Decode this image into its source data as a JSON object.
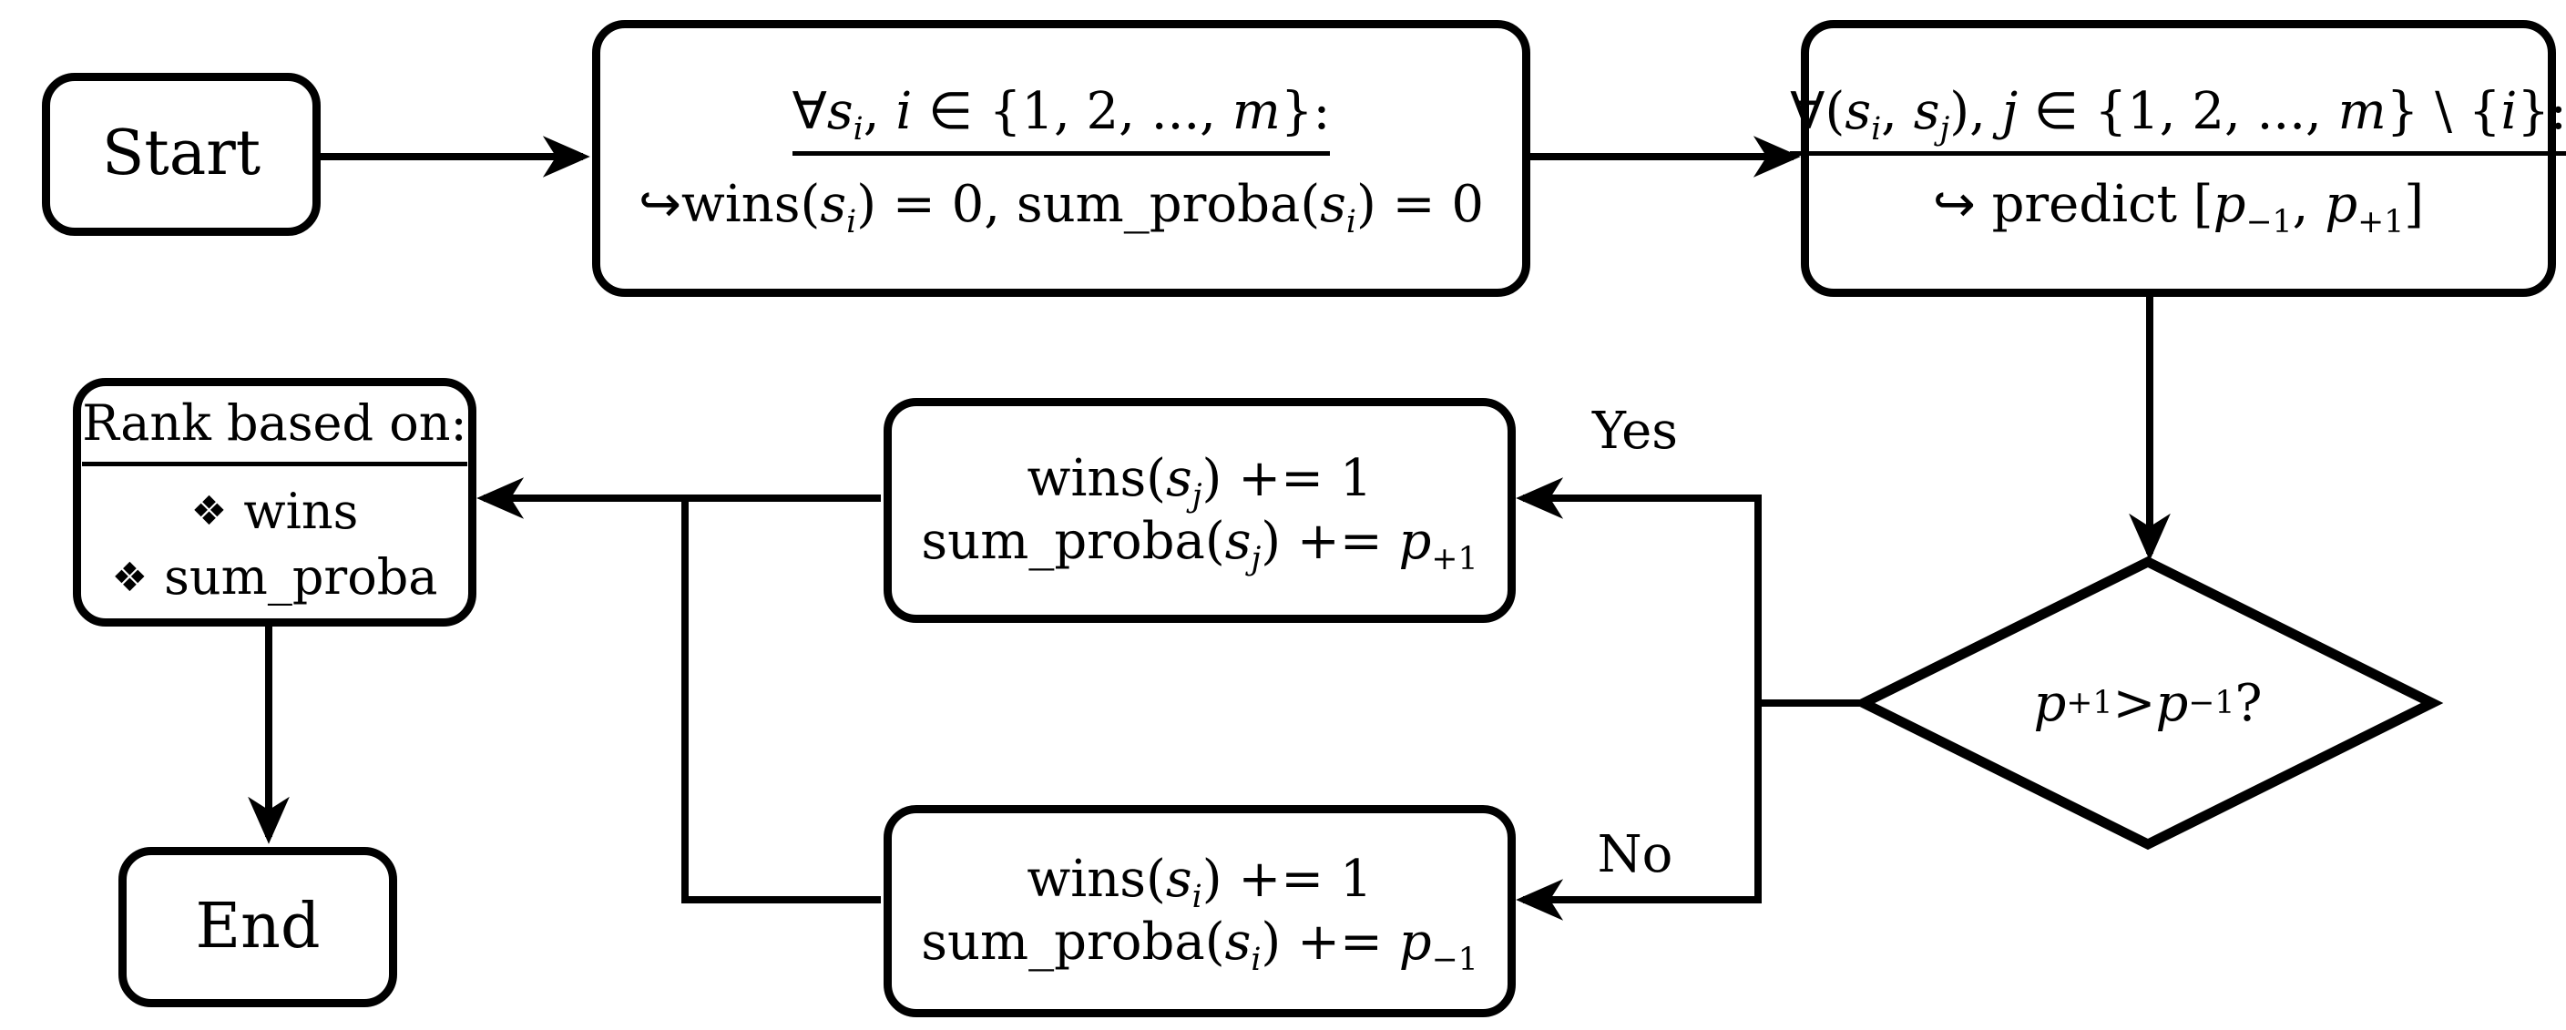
{
  "colors": {
    "stroke": "#000000",
    "background": "#ffffff"
  },
  "nodes": {
    "start": {
      "label": "Start"
    },
    "init": {
      "title": [
        {
          "t": "∀",
          "sym": 1
        },
        {
          "t": "s",
          "it": 1
        },
        {
          "t": "i",
          "sub": 1,
          "it": 1
        },
        {
          "t": ", "
        },
        {
          "t": "i",
          "it": 1
        },
        {
          "t": " ∈ ",
          "sym": 1
        },
        {
          "t": "{1, 2, ..., "
        },
        {
          "t": "m",
          "it": 1
        },
        {
          "t": "}:"
        }
      ],
      "body": [
        {
          "t": "↪",
          "sym": 1
        },
        {
          "t": "wins("
        },
        {
          "t": "s",
          "it": 1
        },
        {
          "t": "i",
          "sub": 1,
          "it": 1
        },
        {
          "t": ") = 0, sum_proba("
        },
        {
          "t": "s",
          "it": 1
        },
        {
          "t": "i",
          "sub": 1,
          "it": 1
        },
        {
          "t": ") = 0"
        }
      ]
    },
    "predict": {
      "title": [
        {
          "t": "∀",
          "sym": 1
        },
        {
          "t": "("
        },
        {
          "t": "s",
          "it": 1
        },
        {
          "t": "i",
          "sub": 1,
          "it": 1
        },
        {
          "t": ", "
        },
        {
          "t": "s",
          "it": 1
        },
        {
          "t": "j",
          "sub": 1,
          "it": 1
        },
        {
          "t": "), "
        },
        {
          "t": "j",
          "it": 1
        },
        {
          "t": " ∈ ",
          "sym": 1
        },
        {
          "t": "{1, 2, ..., "
        },
        {
          "t": "m",
          "it": 1
        },
        {
          "t": "} \\ {"
        },
        {
          "t": "i",
          "it": 1
        },
        {
          "t": "}:"
        }
      ],
      "body": [
        {
          "t": "↪ ",
          "sym": 1
        },
        {
          "t": "predict ["
        },
        {
          "t": "p",
          "it": 1
        },
        {
          "t": "−1",
          "sub": 1
        },
        {
          "t": ", "
        },
        {
          "t": "p",
          "it": 1
        },
        {
          "t": "+1",
          "sub": 1
        },
        {
          "t": "]"
        }
      ]
    },
    "decision": {
      "question": [
        {
          "t": "p",
          "it": 1
        },
        {
          "t": "+1",
          "sub": 1
        },
        {
          "t": " > "
        },
        {
          "t": "p",
          "it": 1
        },
        {
          "t": "−1",
          "sub": 1
        },
        {
          "t": "?"
        }
      ]
    },
    "yes_update": {
      "line1": [
        {
          "t": "wins("
        },
        {
          "t": "s",
          "it": 1
        },
        {
          "t": "j",
          "sub": 1,
          "it": 1
        },
        {
          "t": ") += 1"
        }
      ],
      "line2": [
        {
          "t": "sum_proba("
        },
        {
          "t": "s",
          "it": 1
        },
        {
          "t": "j",
          "sub": 1,
          "it": 1
        },
        {
          "t": ") += "
        },
        {
          "t": "p",
          "it": 1
        },
        {
          "t": "+1",
          "sub": 1
        }
      ]
    },
    "no_update": {
      "line1": [
        {
          "t": "wins("
        },
        {
          "t": "s",
          "it": 1
        },
        {
          "t": "i",
          "sub": 1,
          "it": 1
        },
        {
          "t": ") += 1"
        }
      ],
      "line2": [
        {
          "t": "sum_proba("
        },
        {
          "t": "s",
          "it": 1
        },
        {
          "t": "i",
          "sub": 1,
          "it": 1
        },
        {
          "t": ") += "
        },
        {
          "t": "p",
          "it": 1
        },
        {
          "t": "−1",
          "sub": 1
        }
      ]
    },
    "rank": {
      "title": "Rank based on:",
      "bullets": [
        {
          "icon": "❖",
          "label": "wins"
        },
        {
          "icon": "❖",
          "label": "sum_proba"
        }
      ]
    },
    "end": {
      "label": "End"
    }
  },
  "edges": {
    "yes_label": "Yes",
    "no_label": "No"
  }
}
